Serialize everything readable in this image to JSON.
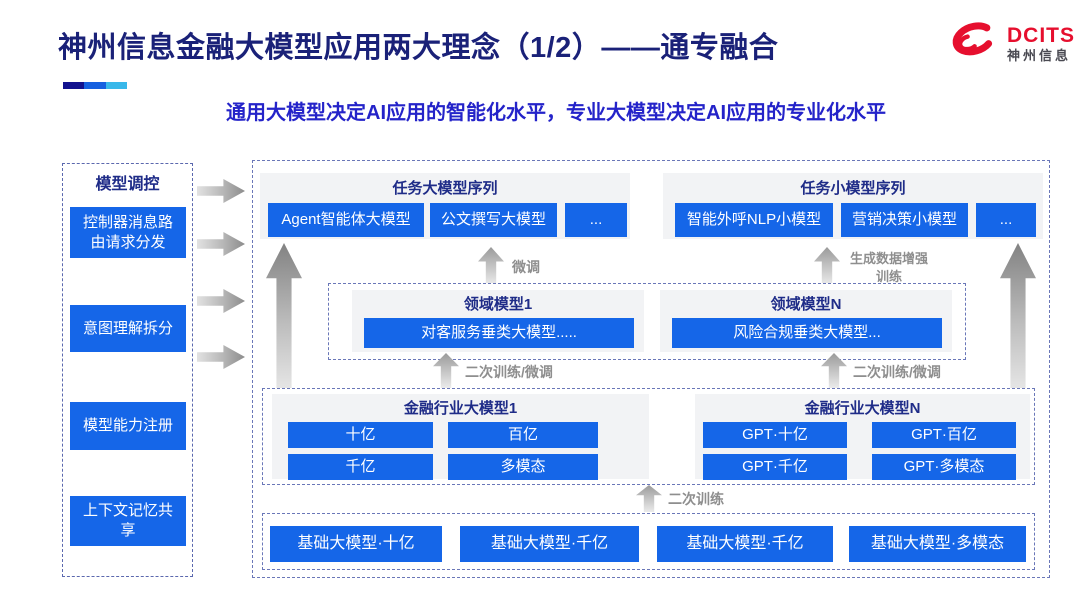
{
  "header": {
    "title": "神州信息金融大模型应用两大理念（1/2）——通专融合",
    "subtitle": "通用大模型决定AI应用的智能化水平，专业大模型决定AI应用的专业化水平",
    "logo": {
      "brand": "DCITS",
      "brand_cn": "神州信息"
    }
  },
  "colors": {
    "accent_blue": "#1566E8",
    "title_navy": "#1A2178",
    "subtitle_blue": "#2423C9",
    "logo_red": "#E60F2E",
    "flow_gray": "#8E8E8E",
    "accent_bar": [
      "#12128F",
      "#1560E0",
      "#38B8EA"
    ]
  },
  "sidebar": {
    "title": "模型调控",
    "items": [
      "控制器消息路由请求分发",
      "意图理解拆分",
      "模型能力注册",
      "上下文记忆共享"
    ]
  },
  "top_groups": [
    {
      "title": "任务大模型序列",
      "buttons": [
        "Agent智能体大模型",
        "公文撰写大模型",
        "..."
      ]
    },
    {
      "title": "任务小模型序列",
      "buttons": [
        "智能外呼NLP小模型",
        "营销决策小模型",
        "..."
      ]
    }
  ],
  "flow_labels": {
    "fine_tune": "微调",
    "gen_aug": "生成数据增强训练",
    "retrain_ft_left": "二次训练/微调",
    "retrain_ft_right": "二次训练/微调",
    "retrain": "二次训练"
  },
  "domain_groups": [
    {
      "title": "领域模型1",
      "button": "对客服务垂类大模型....."
    },
    {
      "title": "领域模型N",
      "button": "风险合规垂类大模型..."
    }
  ],
  "industry_groups": [
    {
      "title": "金融行业大模型1",
      "buttons": [
        "十亿",
        "百亿",
        "千亿",
        "多模态"
      ]
    },
    {
      "title": "金融行业大模型N",
      "buttons": [
        "GPT·十亿",
        "GPT·百亿",
        "GPT·千亿",
        "GPT·多模态"
      ]
    }
  ],
  "base_models": [
    "基础大模型·十亿",
    "基础大模型·千亿",
    "基础大模型·千亿",
    "基础大模型·多模态"
  ]
}
